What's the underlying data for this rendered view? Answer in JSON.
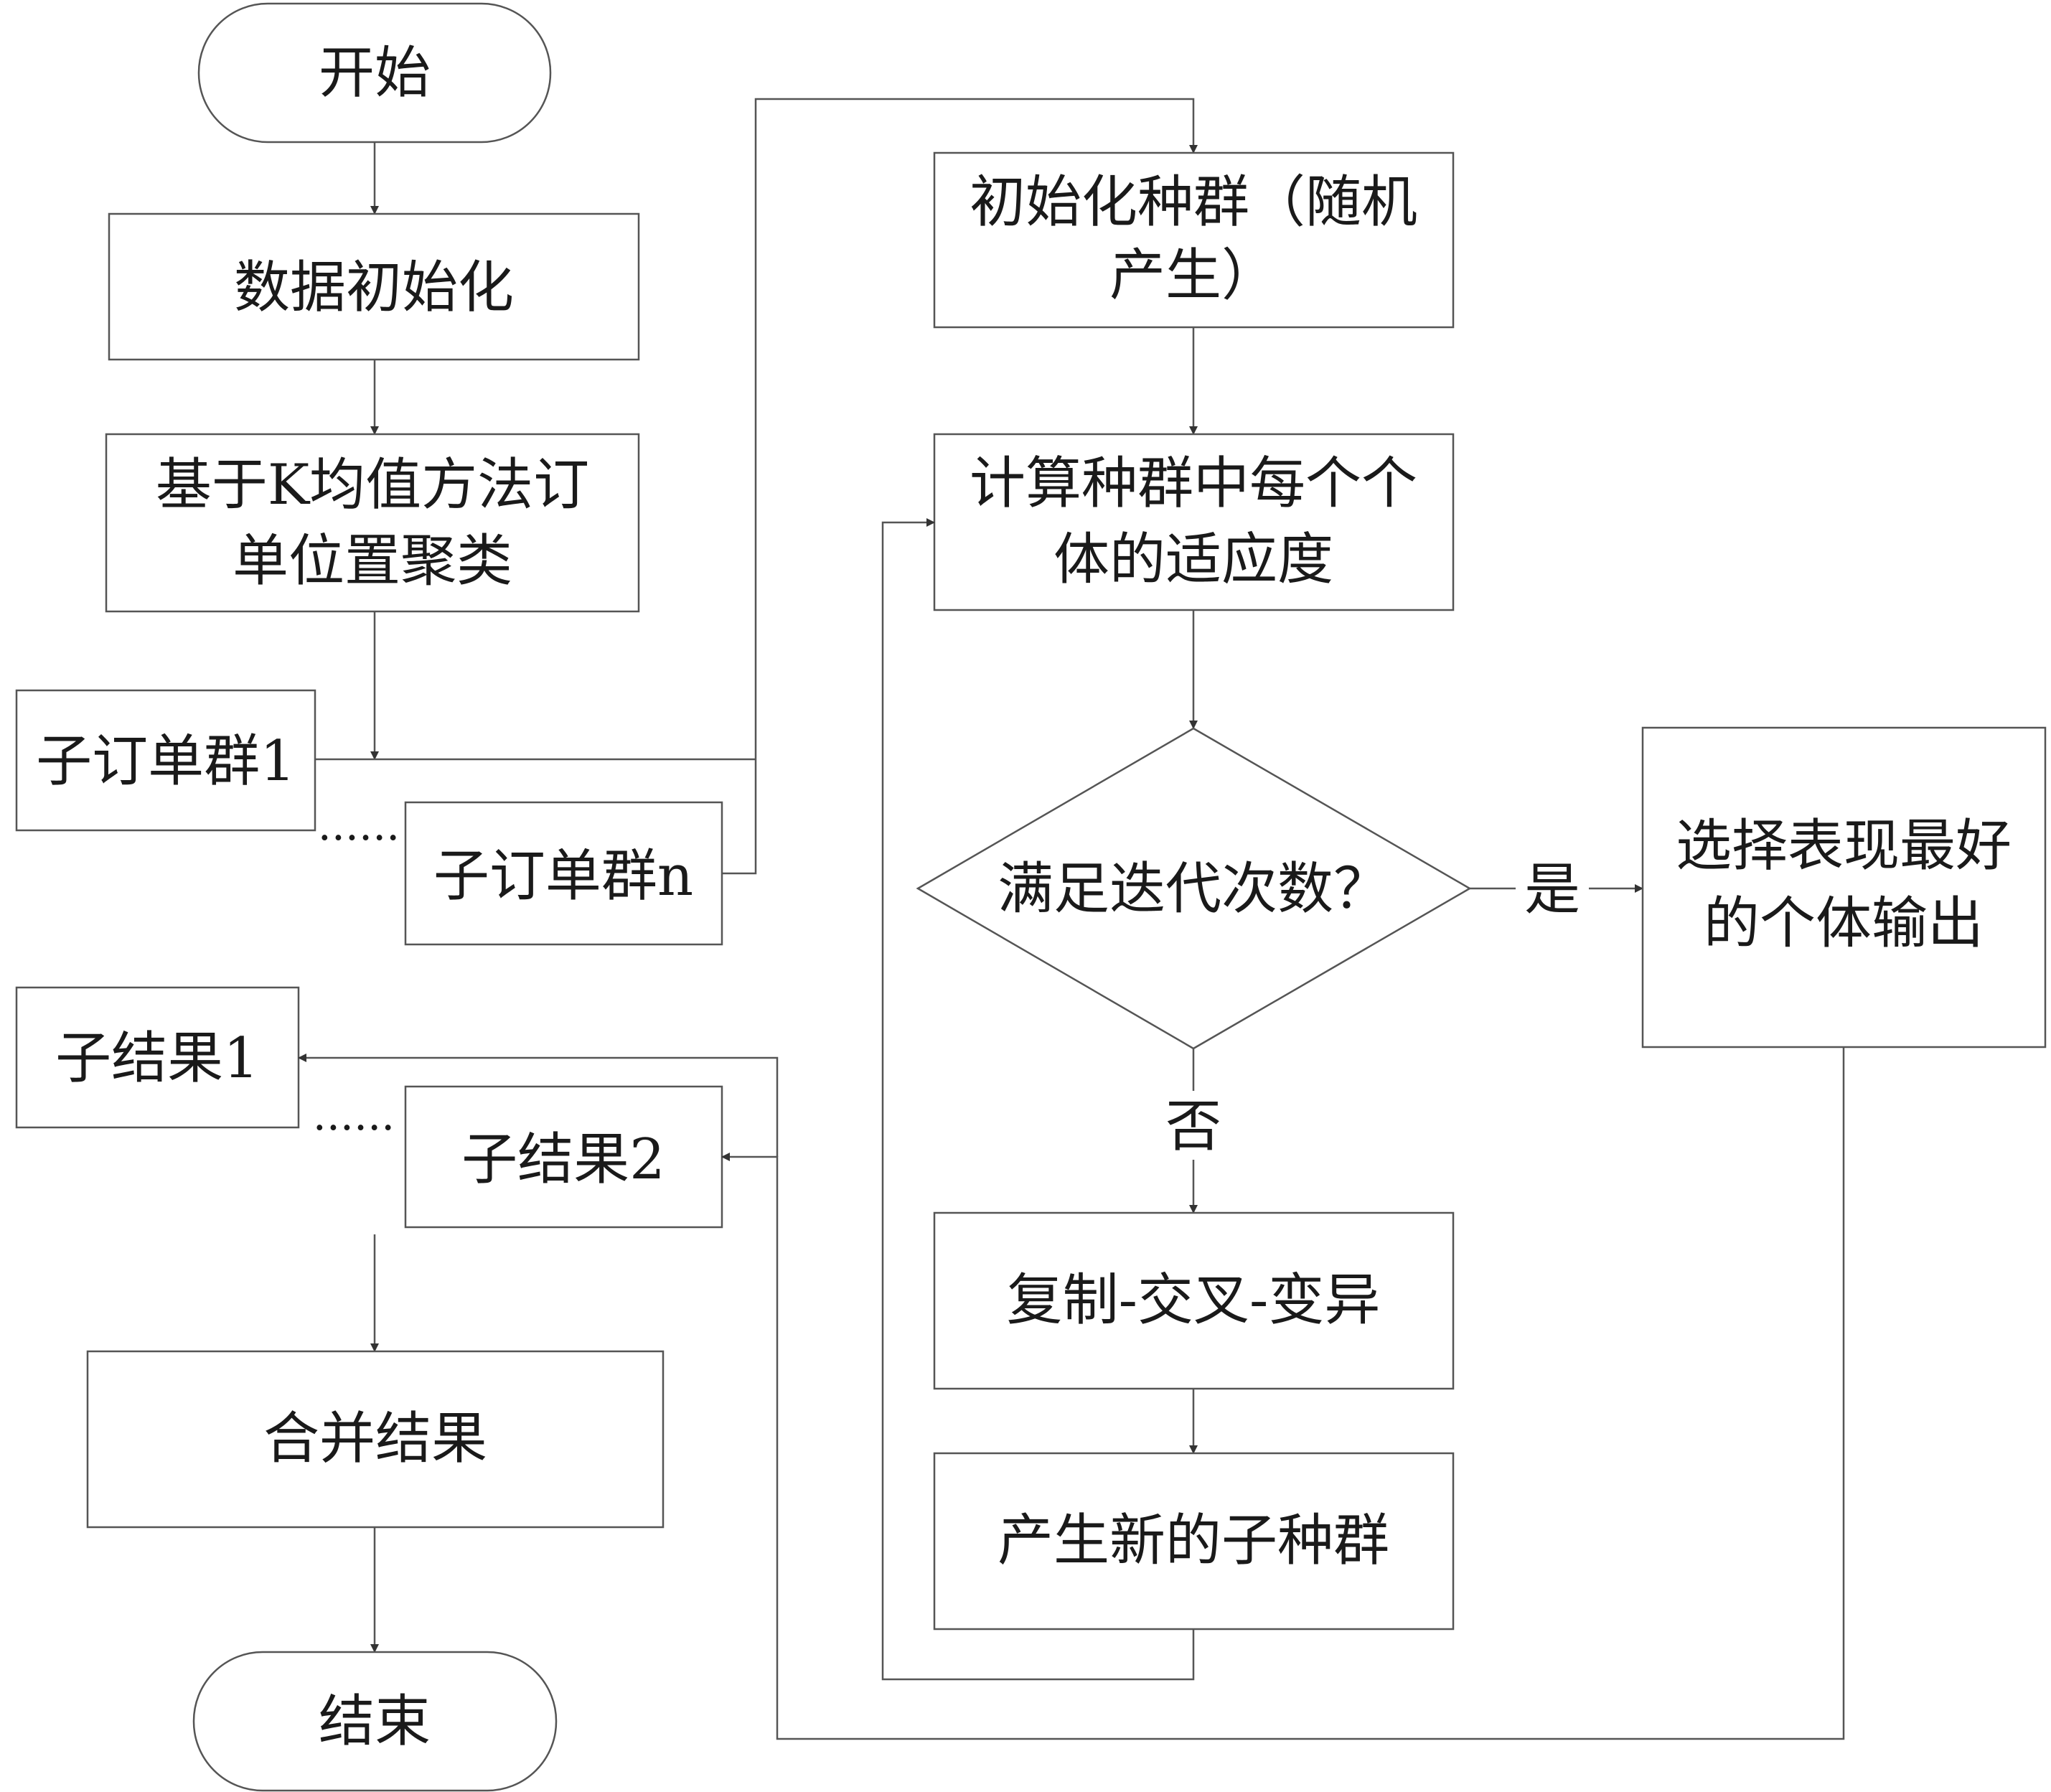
{
  "nodes": {
    "start": "开始",
    "data_init": "数据初始化",
    "kmeans_line1": "基于K均值方法订",
    "kmeans_line2": "单位置聚类",
    "sub_order_1": "子订单群1",
    "sub_order_n": "子订单群n",
    "sub_result_1": "子结果1",
    "sub_result_2": "子结果2",
    "merge": "合并结果",
    "end": "结束",
    "init_pop_line1": "初始化种群（随机",
    "init_pop_line2": "产生）",
    "fitness_line1": "计算种群中每个个",
    "fitness_line2": "体的适应度",
    "decision": "满足迭代次数？",
    "select_line1": "选择表现最好",
    "select_line2": "的个体输出",
    "genetic_ops": "复制-交叉-变异",
    "new_subpop": "产生新的子种群"
  },
  "edge_labels": {
    "yes": "是",
    "no": "否"
  },
  "ellipsis_top": "......",
  "ellipsis_bottom": "......",
  "colors": {
    "stroke": "#555555",
    "text": "#1a1a1a",
    "background": "#ffffff"
  }
}
